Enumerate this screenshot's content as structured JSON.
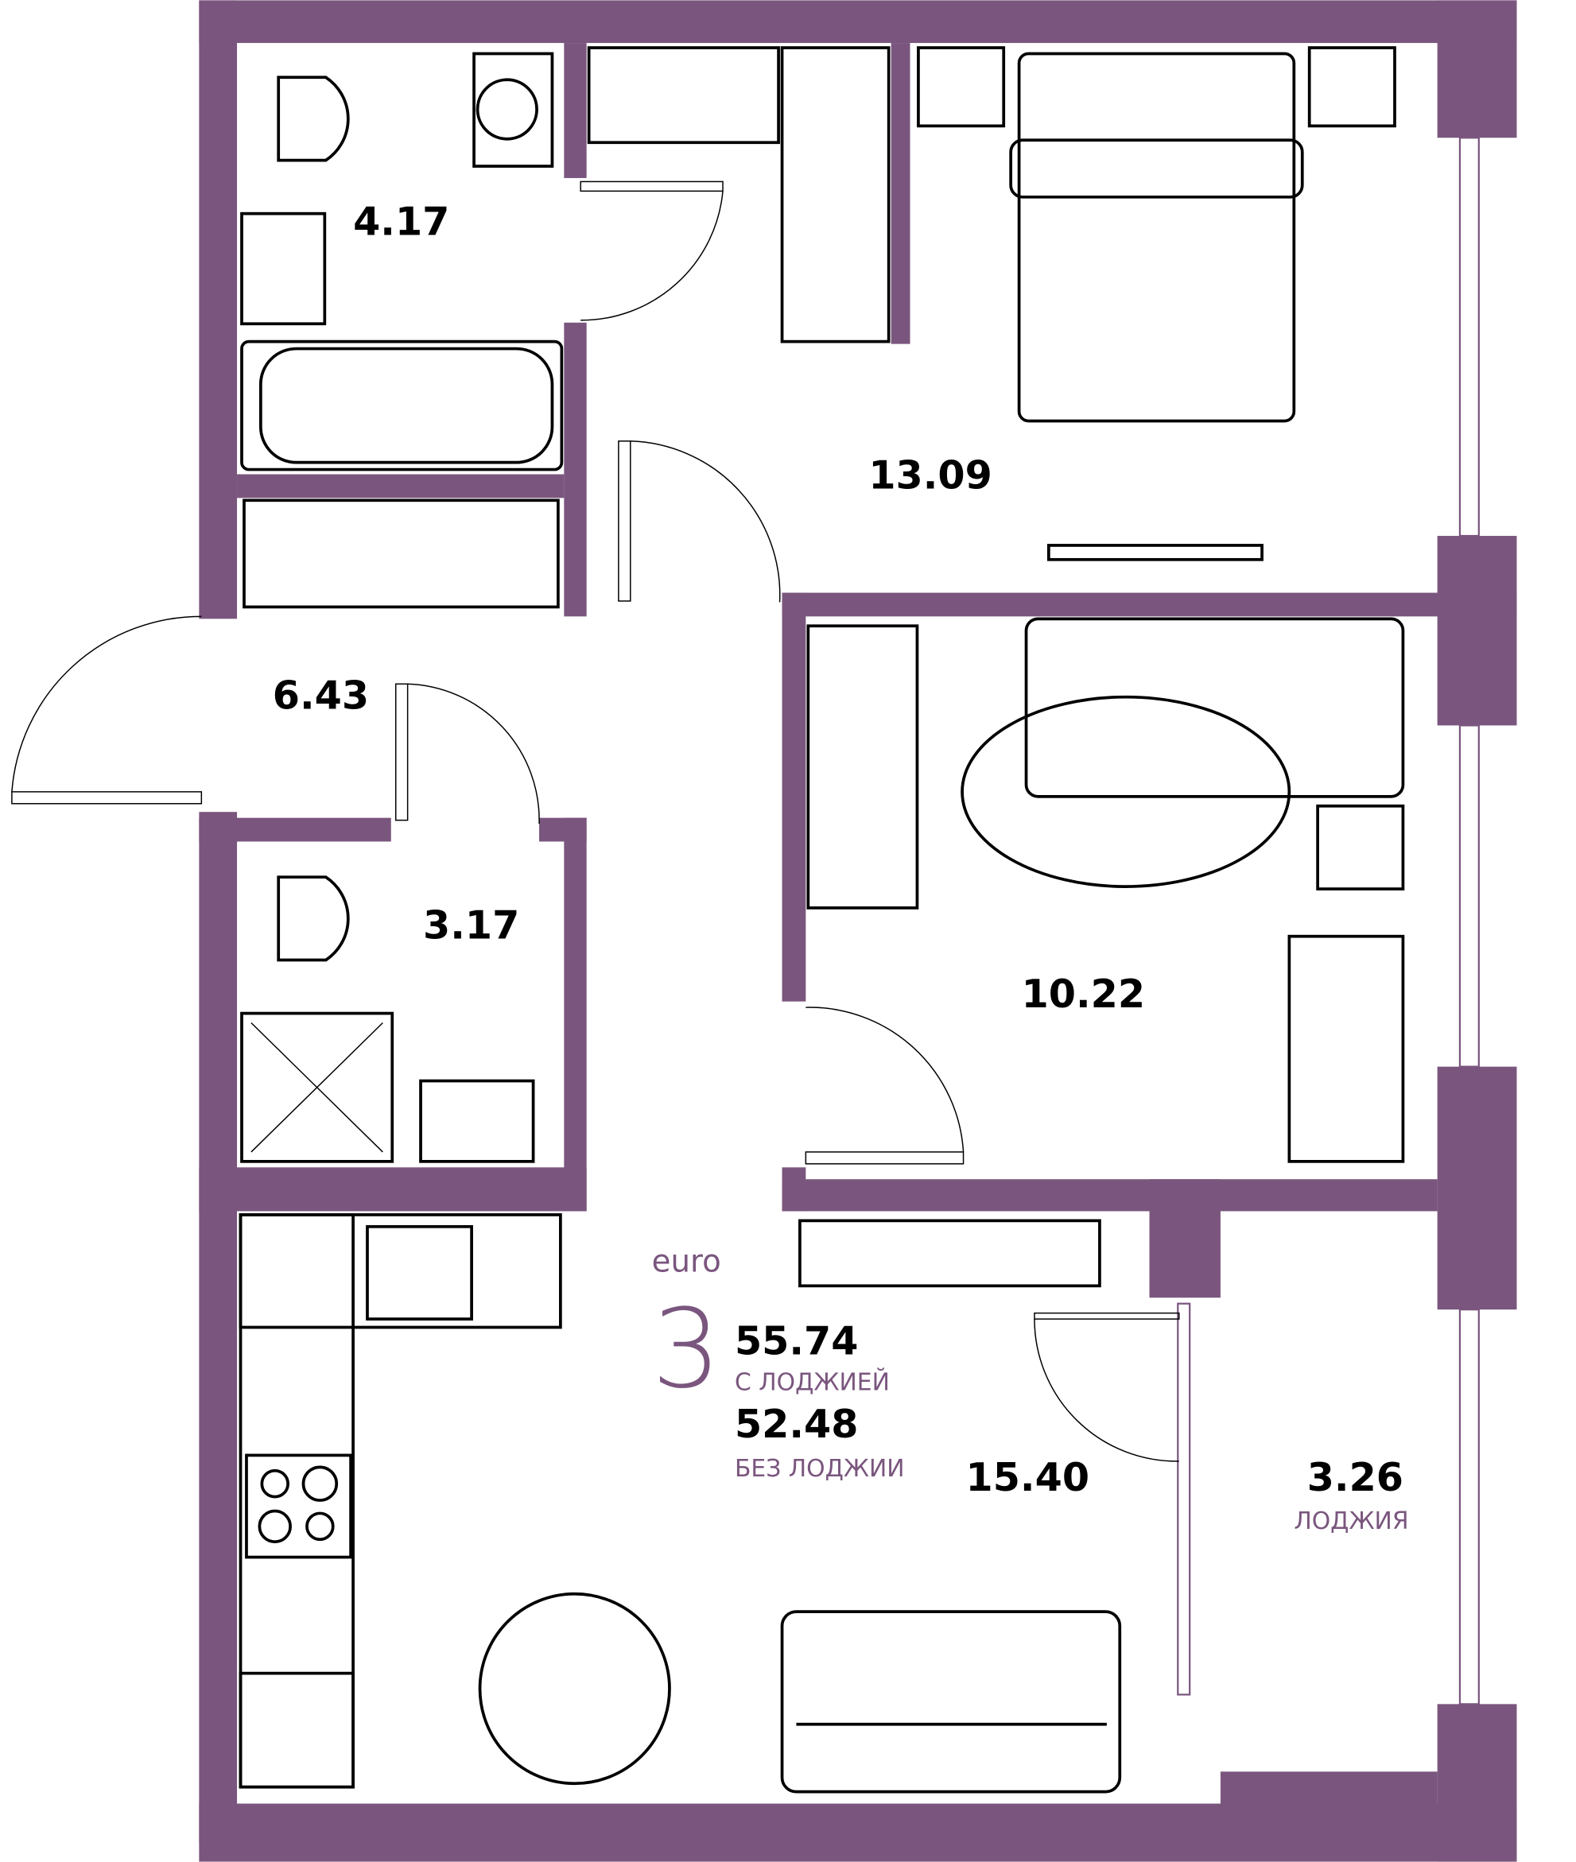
{
  "summary": {
    "type_label": "euro",
    "rooms": "3",
    "total_with_loggia": "55.74",
    "with_loggia_label": "С ЛОДЖИЕЙ",
    "total_without_loggia": "52.48",
    "without_loggia_label": "БЕЗ ЛОДЖИИ"
  },
  "rooms": {
    "bathroom": "4.17",
    "bedroom_main": "13.09",
    "hall": "6.43",
    "wc": "3.17",
    "bedroom_second": "10.22",
    "kitchen_living": "15.40",
    "loggia": "3.26",
    "loggia_label": "ЛОДЖИЯ"
  },
  "colors": {
    "wall": "#7a567e"
  }
}
